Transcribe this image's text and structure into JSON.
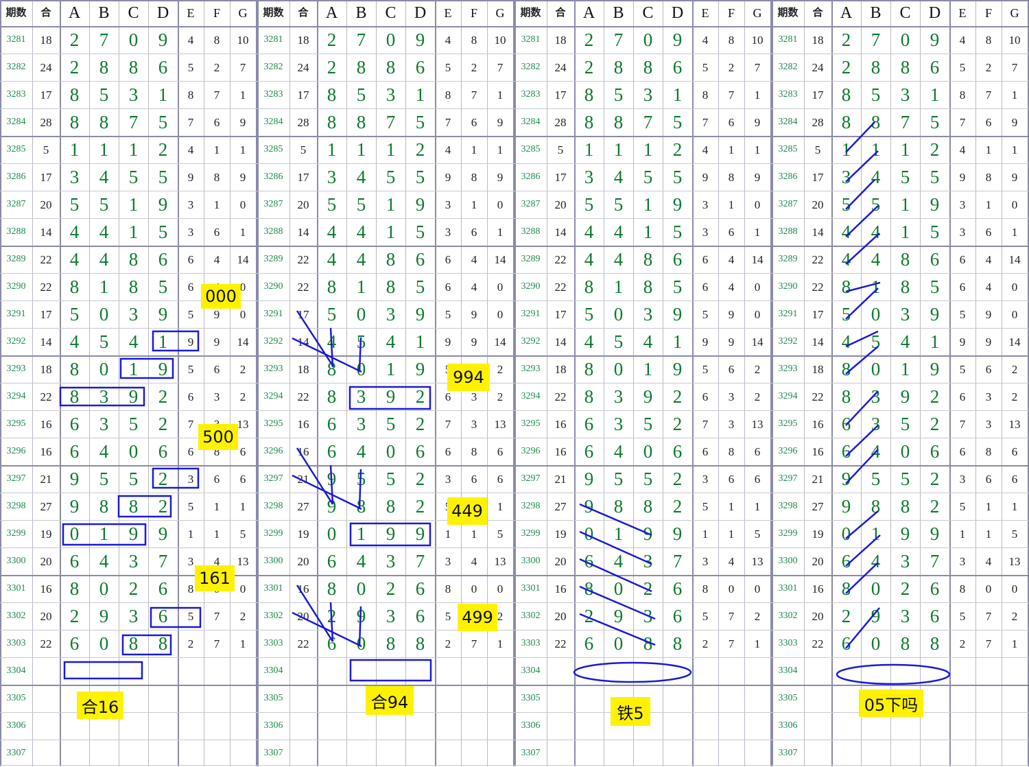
{
  "header": {
    "period": "期数",
    "sum": "合",
    "cols": [
      "A",
      "B",
      "C",
      "D",
      "E",
      "F",
      "G"
    ]
  },
  "rows": [
    {
      "p": "3281",
      "s": "18",
      "abcd": [
        "2",
        "7",
        "0",
        "9"
      ],
      "efg": [
        "4",
        "8",
        "10"
      ]
    },
    {
      "p": "3282",
      "s": "24",
      "abcd": [
        "2",
        "8",
        "8",
        "6"
      ],
      "efg": [
        "5",
        "2",
        "7"
      ]
    },
    {
      "p": "3283",
      "s": "17",
      "abcd": [
        "8",
        "5",
        "3",
        "1"
      ],
      "efg": [
        "8",
        "7",
        "1"
      ]
    },
    {
      "p": "3284",
      "s": "28",
      "abcd": [
        "8",
        "8",
        "7",
        "5"
      ],
      "efg": [
        "7",
        "6",
        "9"
      ]
    },
    {
      "p": "3285",
      "s": "5",
      "abcd": [
        "1",
        "1",
        "1",
        "2"
      ],
      "efg": [
        "4",
        "1",
        "1"
      ]
    },
    {
      "p": "3286",
      "s": "17",
      "abcd": [
        "3",
        "4",
        "5",
        "5"
      ],
      "efg": [
        "9",
        "8",
        "9"
      ]
    },
    {
      "p": "3287",
      "s": "20",
      "abcd": [
        "5",
        "5",
        "1",
        "9"
      ],
      "efg": [
        "3",
        "1",
        "0"
      ]
    },
    {
      "p": "3288",
      "s": "14",
      "abcd": [
        "4",
        "4",
        "1",
        "5"
      ],
      "efg": [
        "3",
        "6",
        "1"
      ]
    },
    {
      "p": "3289",
      "s": "22",
      "abcd": [
        "4",
        "4",
        "8",
        "6"
      ],
      "efg": [
        "6",
        "4",
        "14"
      ]
    },
    {
      "p": "3290",
      "s": "22",
      "abcd": [
        "8",
        "1",
        "8",
        "5"
      ],
      "efg": [
        "6",
        "4",
        "0"
      ]
    },
    {
      "p": "3291",
      "s": "17",
      "abcd": [
        "5",
        "0",
        "3",
        "9"
      ],
      "efg": [
        "5",
        "9",
        "0"
      ]
    },
    {
      "p": "3292",
      "s": "14",
      "abcd": [
        "4",
        "5",
        "4",
        "1"
      ],
      "efg": [
        "9",
        "9",
        "14"
      ]
    },
    {
      "p": "3293",
      "s": "18",
      "abcd": [
        "8",
        "0",
        "1",
        "9"
      ],
      "efg": [
        "5",
        "6",
        "2"
      ]
    },
    {
      "p": "3294",
      "s": "22",
      "abcd": [
        "8",
        "3",
        "9",
        "2"
      ],
      "efg": [
        "6",
        "3",
        "2"
      ]
    },
    {
      "p": "3295",
      "s": "16",
      "abcd": [
        "6",
        "3",
        "5",
        "2"
      ],
      "efg": [
        "7",
        "3",
        "13"
      ]
    },
    {
      "p": "3296",
      "s": "16",
      "abcd": [
        "6",
        "4",
        "0",
        "6"
      ],
      "efg": [
        "6",
        "8",
        "6"
      ]
    },
    {
      "p": "3297",
      "s": "21",
      "abcd": [
        "9",
        "5",
        "5",
        "2"
      ],
      "efg": [
        "3",
        "6",
        "6"
      ]
    },
    {
      "p": "3298",
      "s": "27",
      "abcd": [
        "9",
        "8",
        "8",
        "2"
      ],
      "efg": [
        "5",
        "1",
        "1"
      ]
    },
    {
      "p": "3299",
      "s": "19",
      "abcd": [
        "0",
        "1",
        "9",
        "9"
      ],
      "efg": [
        "1",
        "1",
        "5"
      ]
    },
    {
      "p": "3300",
      "s": "20",
      "abcd": [
        "6",
        "4",
        "3",
        "7"
      ],
      "efg": [
        "3",
        "4",
        "13"
      ]
    },
    {
      "p": "3301",
      "s": "16",
      "abcd": [
        "8",
        "0",
        "2",
        "6"
      ],
      "efg": [
        "8",
        "0",
        "0"
      ]
    },
    {
      "p": "3302",
      "s": "20",
      "abcd": [
        "2",
        "9",
        "3",
        "6"
      ],
      "efg": [
        "5",
        "7",
        "2"
      ]
    },
    {
      "p": "3303",
      "s": "22",
      "abcd": [
        "6",
        "0",
        "8",
        "8"
      ],
      "efg": [
        "2",
        "7",
        "1"
      ]
    },
    {
      "p": "3304",
      "s": "",
      "abcd": [
        "",
        "",
        "",
        ""
      ],
      "efg": [
        "",
        "",
        ""
      ]
    },
    {
      "p": "3305",
      "s": "",
      "abcd": [
        "",
        "",
        "",
        ""
      ],
      "efg": [
        "",
        "",
        ""
      ]
    },
    {
      "p": "3306",
      "s": "",
      "abcd": [
        "",
        "",
        "",
        ""
      ],
      "efg": [
        "",
        "",
        ""
      ]
    },
    {
      "p": "3307",
      "s": "",
      "abcd": [
        "",
        "",
        "",
        ""
      ],
      "efg": [
        "",
        "",
        ""
      ]
    }
  ],
  "panels": [
    {
      "notes": [
        "000",
        "500",
        "161",
        "合16"
      ]
    },
    {
      "notes": [
        "994",
        "449",
        "499",
        "合94"
      ]
    },
    {
      "notes": [
        "铁5"
      ]
    },
    {
      "notes": [
        "05下吗"
      ]
    }
  ],
  "colors": {
    "digit": "#0c7a2c",
    "period": "#1e8a4a",
    "annotation": "#1a1ad8",
    "note_bg": "#fff200"
  }
}
